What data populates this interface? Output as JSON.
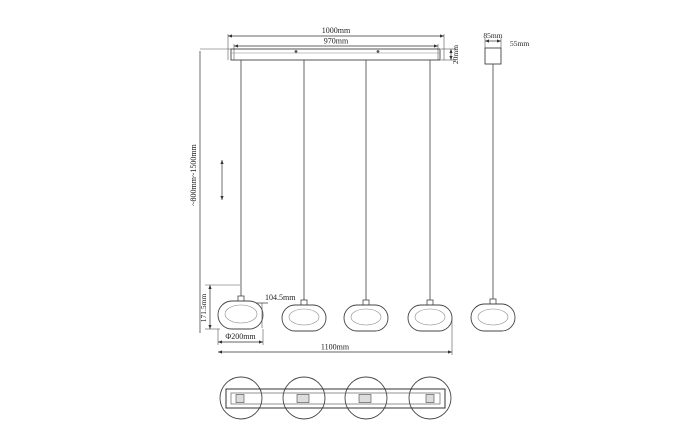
{
  "dimensions": {
    "canopy_length_outer": "1000mm",
    "canopy_length_inner": "970mm",
    "canopy_height": "20mm",
    "side_width": "85mm",
    "side_depth": "55mm",
    "drop_range": "~800mm~1500mm",
    "shade_height": "171.5mm",
    "shade_top_offset": "104.5mm",
    "shade_diameter": "Φ200mm",
    "overall_length": "1100mm"
  },
  "colors": {
    "line": "#444444",
    "text": "#222222",
    "background": "#ffffff"
  }
}
